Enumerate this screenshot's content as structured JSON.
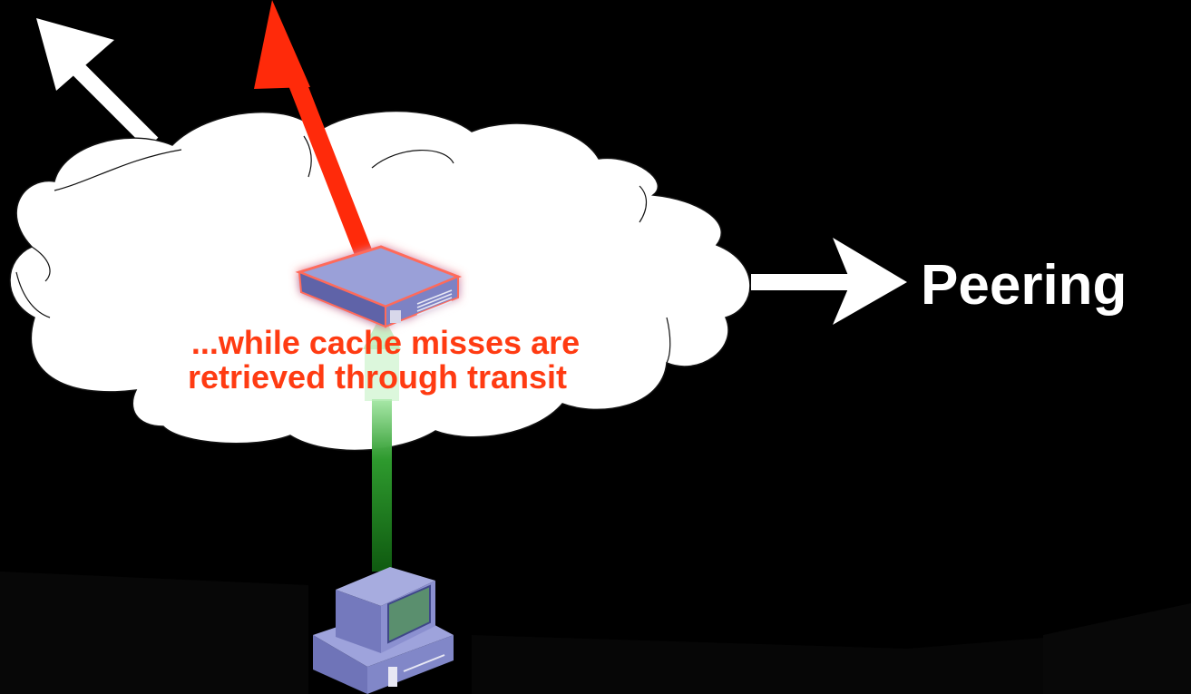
{
  "labels": {
    "peering": "Peering",
    "caption_line1": "...while cache misses are",
    "caption_line2": "retrieved through transit"
  },
  "icons": {
    "cache_server": "cache-server-icon",
    "client_computer": "client-computer-icon",
    "network_cloud": "network-cloud-icon"
  },
  "colors": {
    "background": "#000000",
    "cloud_fill": "#ffffff",
    "transit_arrow": "#ff2a0a",
    "caption_text": "#ff3b12",
    "request_arrow": "#1f8a1f",
    "device_body": "#7f84c4",
    "peering_arrow": "#ffffff",
    "peering_text": "#ffffff"
  }
}
